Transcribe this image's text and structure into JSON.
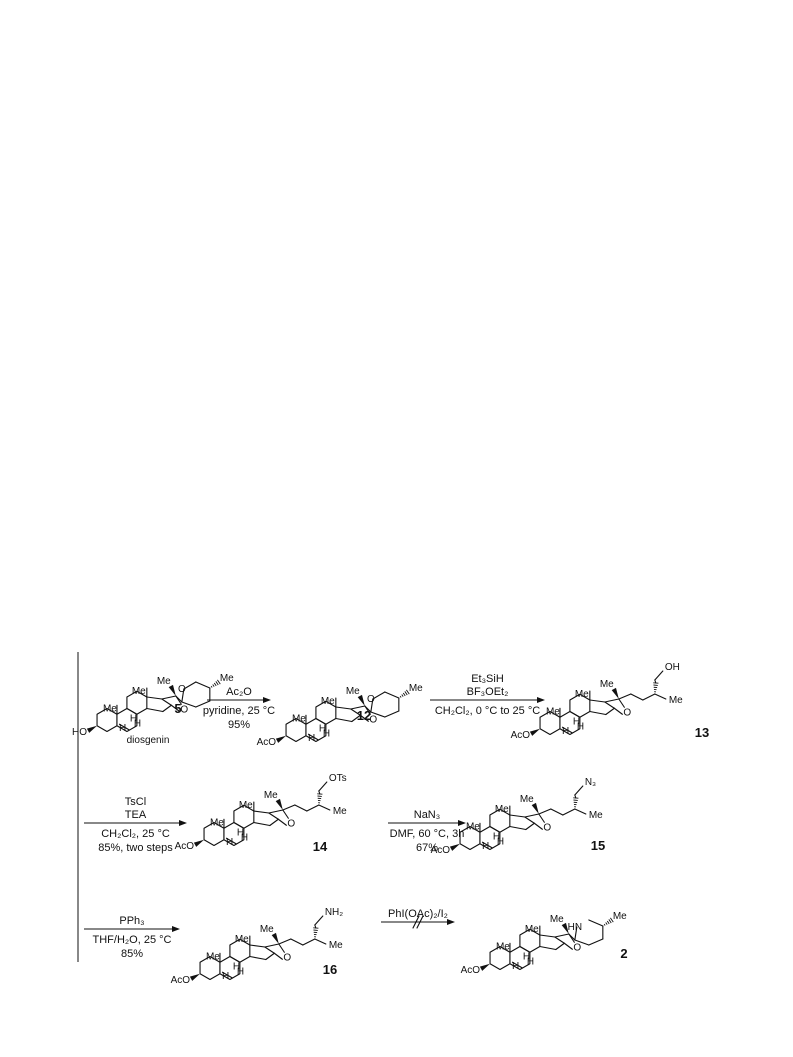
{
  "steps": [
    {
      "above": [
        "Ac₂O"
      ],
      "below": [
        "pyridine, 25 °C",
        "95%"
      ]
    },
    {
      "above": [
        "Et₃SiH",
        "BF₃OEt₂"
      ],
      "below": [
        "CH₂Cl₂, 0 °C to 25 °C"
      ]
    },
    {
      "above": [
        "TsCl",
        "TEA"
      ],
      "below": [
        "CH₂Cl₂, 25 °C",
        "85%, two steps"
      ]
    },
    {
      "above": [
        "NaN₃"
      ],
      "below": [
        "DMF, 60 °C, 3h",
        "67%"
      ]
    },
    {
      "above": [
        "PPh₃"
      ],
      "below": [
        "THF/H₂O, 25 °C",
        "85%"
      ]
    },
    {
      "above": [
        "PhI(OAc)₂/I₂"
      ],
      "below": []
    }
  ],
  "compounds": [
    {
      "number": "5",
      "name": "diosgenin",
      "o3": "HO",
      "side": "spiro"
    },
    {
      "number": "12",
      "name": "",
      "o3": "AcO",
      "side": "spiro"
    },
    {
      "number": "13",
      "name": "",
      "o3": "AcO",
      "side": "chain",
      "chain_end": "OH"
    },
    {
      "number": "14",
      "name": "",
      "o3": "AcO",
      "side": "chain",
      "chain_end": "OTs"
    },
    {
      "number": "15",
      "name": "",
      "o3": "AcO",
      "side": "chain",
      "chain_end": "N₃"
    },
    {
      "number": "16",
      "name": "",
      "o3": "AcO",
      "side": "chain",
      "chain_end": "NH₂"
    },
    {
      "number": "2",
      "name": "",
      "o3": "AcO",
      "side": "spiro_nh"
    }
  ],
  "atom_labels": {
    "me": "Me",
    "h": "H",
    "o": "O",
    "nh": "HN"
  }
}
